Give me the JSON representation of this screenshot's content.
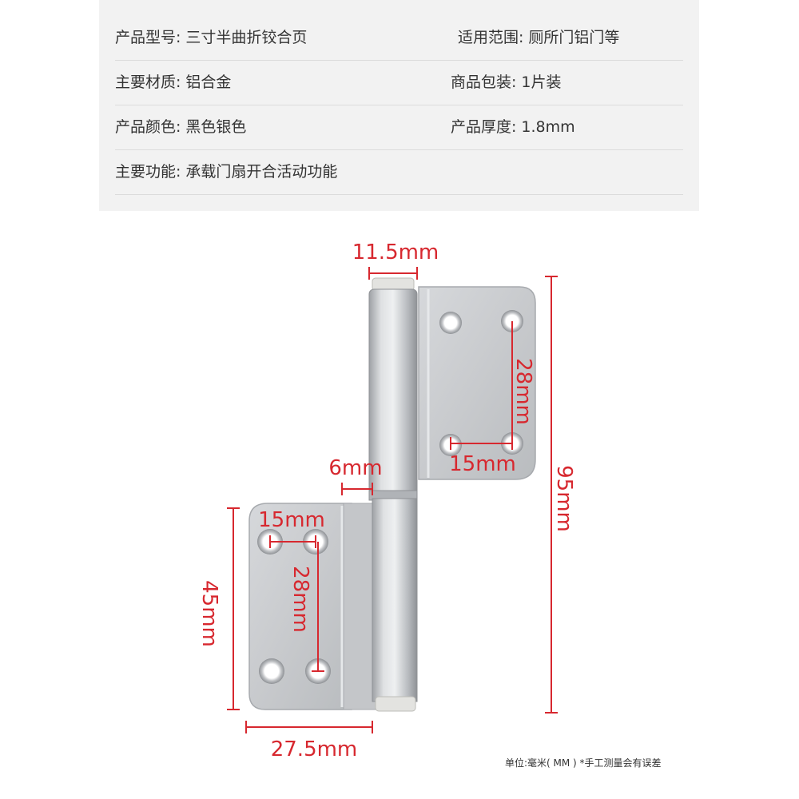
{
  "specs": {
    "model_label": "产品型号:",
    "model_value": "三寸半曲折铰合页",
    "scope_label": "适用范围:",
    "scope_value": "厕所门铝门等",
    "material_label": "主要材质:",
    "material_value": "铝合金",
    "package_label": "商品包装:",
    "package_value": "1片装",
    "color_label": "产品颜色:",
    "color_value": "黑色银色",
    "thickness_label": "产品厚度:",
    "thickness_value": "1.8mm",
    "function_label": "主要功能:",
    "function_value": "承载门扇开合活动功能"
  },
  "dimensions": {
    "barrel_width": "11.5mm",
    "upper_vertical_spacing": "28mm",
    "upper_horizontal_spacing": "15mm",
    "offset": "6mm",
    "total_height": "95mm",
    "lower_horizontal_spacing": "15mm",
    "lower_vertical_spacing": "28mm",
    "lower_leaf_height": "45mm",
    "lower_leaf_width": "27.5mm"
  },
  "footnote": "单位:毫米( MM ) *手工测量会有误差",
  "colors": {
    "dimension": "#d7282f",
    "panel": "#f2f2f2",
    "text": "#333333",
    "metal": "#c9cbce"
  }
}
